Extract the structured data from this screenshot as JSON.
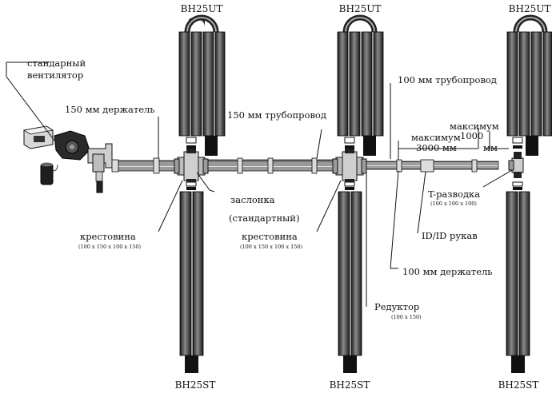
{
  "labels": {
    "unit_top_1": "BH25UT",
    "unit_top_2": "BH25UT",
    "unit_top_3": "BH25UT",
    "unit_bottom_1": "BH25ST",
    "unit_bottom_2": "BH25ST",
    "unit_bottom_3": "BH25ST",
    "fan_line1": "стандарный",
    "fan_line2": "вентилятор",
    "holder_150": "150 мм держатель",
    "pipe_150": "150 мм трубопровод",
    "pipe_100": "100 мм трубопровод",
    "max1_line1": "максимум",
    "max1_line2": "3000 мм",
    "max2_line1": "максимум",
    "max2_line2": "1000",
    "max2_line3": "мм",
    "damper_line1": "заслонка",
    "damper_line2": "(стандартный)",
    "cross1": "крестовина",
    "cross1_spec": "(100 x 150 x 100 x 150)",
    "cross2": "крестовина",
    "cross2_spec": "(100 x 150 x 100 x 150)",
    "tee": "T-разводка",
    "tee_spec": "(100 x 100 x 100)",
    "sleeve": "ID/ID рукав",
    "holder_100": "100 мм держатель",
    "reducer": "Редуктор",
    "reducer_spec": "(100 x 150)"
  }
}
